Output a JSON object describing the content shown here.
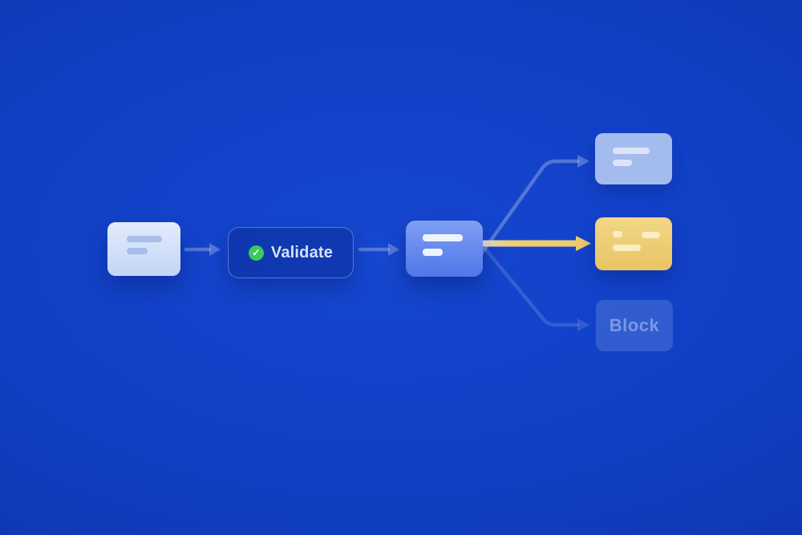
{
  "diagram": {
    "nodes": {
      "input": {
        "type": "skeleton-card"
      },
      "validate": {
        "label": "Validate",
        "icon": "check-icon"
      },
      "router": {
        "type": "skeleton-card"
      },
      "approve": {
        "type": "skeleton-card"
      },
      "flag": {
        "type": "skeleton-card",
        "highlighted": "yes"
      },
      "block": {
        "label": "Block"
      }
    },
    "colors": {
      "bg_center": "#1647d0",
      "bg_mid": "#1140c6",
      "bg_edge": "#0f35ae",
      "success_green": "#3ec95f",
      "highlight_yellow": "#efcb6e",
      "highlight_yellow_light": "#e9e3d2",
      "connector_blue": "rgba(255,255,255,0.27)",
      "connector_faded": "rgba(255,255,255,0.14)"
    },
    "icons": {
      "check": "✓"
    }
  }
}
